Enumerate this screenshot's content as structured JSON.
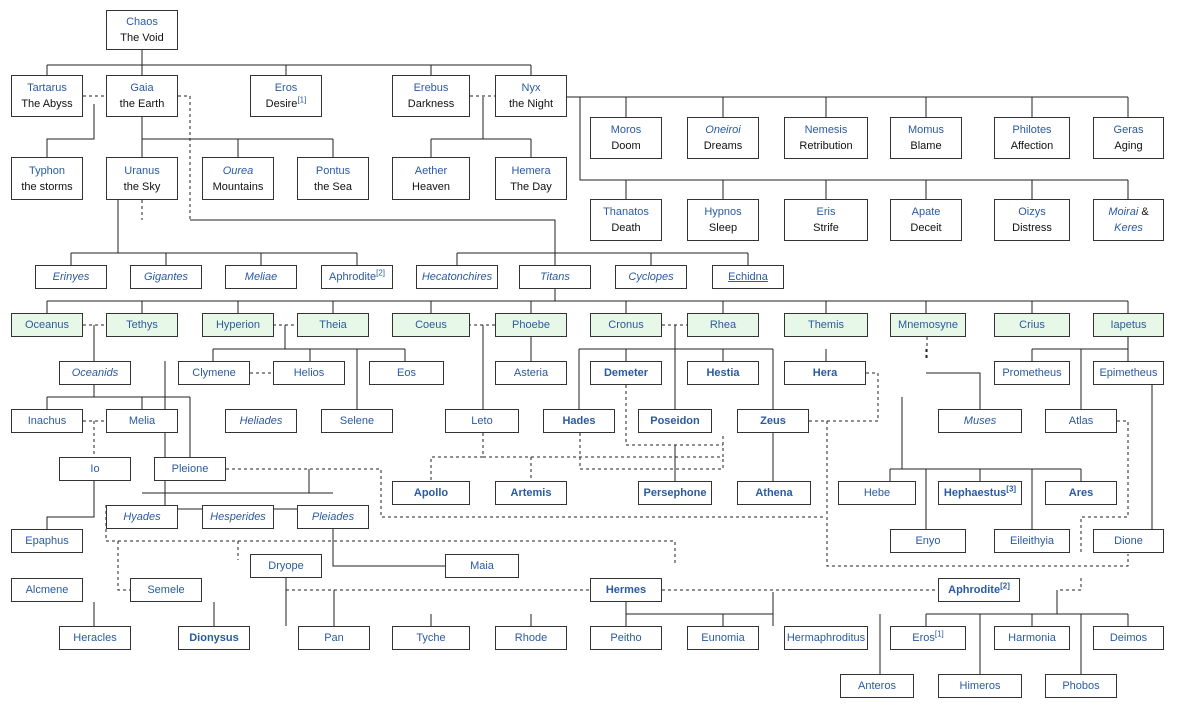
{
  "nodes": {
    "chaos": {
      "name": "Chaos",
      "desc": "The Void"
    },
    "tartarus": {
      "name": "Tartarus",
      "desc": "The Abyss"
    },
    "gaia": {
      "name": "Gaia",
      "desc": "the Earth"
    },
    "eros": {
      "name": "Eros",
      "desc": "Desire",
      "sup": "[1]"
    },
    "erebus": {
      "name": "Erebus",
      "desc": "Darkness"
    },
    "nyx": {
      "name": "Nyx",
      "desc": "the Night"
    },
    "moros": {
      "name": "Moros",
      "desc": "Doom"
    },
    "oneiroi": {
      "name": "Oneiroi",
      "desc": "Dreams"
    },
    "nemesis": {
      "name": "Nemesis",
      "desc": "Retribution"
    },
    "momus": {
      "name": "Momus",
      "desc": "Blame"
    },
    "philotes": {
      "name": "Philotes",
      "desc": "Affection"
    },
    "geras": {
      "name": "Geras",
      "desc": "Aging"
    },
    "typhon": {
      "name": "Typhon",
      "desc": "the storms"
    },
    "uranus": {
      "name": "Uranus",
      "desc": "the Sky"
    },
    "ourea": {
      "name": "Ourea",
      "desc": "Mountains"
    },
    "pontus": {
      "name": "Pontus",
      "desc": "the Sea"
    },
    "aether": {
      "name": "Aether",
      "desc": "Heaven"
    },
    "hemera": {
      "name": "Hemera",
      "desc": "The Day"
    },
    "thanatos": {
      "name": "Thanatos",
      "desc": "Death"
    },
    "hypnos": {
      "name": "Hypnos",
      "desc": "Sleep"
    },
    "eris": {
      "name": "Eris",
      "desc": "Strife"
    },
    "apate": {
      "name": "Apate",
      "desc": "Deceit"
    },
    "oizys": {
      "name": "Oizys",
      "desc": "Distress"
    },
    "moirai": {
      "name": "Moirai",
      "amp": "&",
      "name2": "Keres"
    },
    "erinyes": {
      "name": "Erinyes"
    },
    "gigantes": {
      "name": "Gigantes"
    },
    "meliae": {
      "name": "Meliae"
    },
    "aphrodite1": {
      "name": "Aphrodite",
      "sup": "[2]"
    },
    "hecatonchires": {
      "name": "Hecatonchires"
    },
    "titans": {
      "name": "Titans"
    },
    "cyclopes": {
      "name": "Cyclopes"
    },
    "echidna": {
      "name": "Echidna"
    },
    "oceanus": {
      "name": "Oceanus"
    },
    "tethys": {
      "name": "Tethys"
    },
    "hyperion": {
      "name": "Hyperion"
    },
    "theia": {
      "name": "Theia"
    },
    "coeus": {
      "name": "Coeus"
    },
    "phoebe": {
      "name": "Phoebe"
    },
    "cronus": {
      "name": "Cronus"
    },
    "rhea": {
      "name": "Rhea"
    },
    "themis": {
      "name": "Themis"
    },
    "mnemosyne": {
      "name": "Mnemosyne"
    },
    "crius": {
      "name": "Crius"
    },
    "iapetus": {
      "name": "Iapetus"
    },
    "oceanids": {
      "name": "Oceanids"
    },
    "clymene": {
      "name": "Clymene"
    },
    "helios": {
      "name": "Helios"
    },
    "eos": {
      "name": "Eos"
    },
    "asteria": {
      "name": "Asteria"
    },
    "demeter": {
      "name": "Demeter"
    },
    "hestia": {
      "name": "Hestia"
    },
    "hera": {
      "name": "Hera"
    },
    "prometheus": {
      "name": "Prometheus"
    },
    "epimetheus": {
      "name": "Epimetheus"
    },
    "inachus": {
      "name": "Inachus"
    },
    "melia": {
      "name": "Melia"
    },
    "heliades": {
      "name": "Heliades"
    },
    "selene": {
      "name": "Selene"
    },
    "leto": {
      "name": "Leto"
    },
    "hades": {
      "name": "Hades"
    },
    "poseidon": {
      "name": "Poseidon"
    },
    "zeus": {
      "name": "Zeus"
    },
    "muses": {
      "name": "Muses"
    },
    "atlas": {
      "name": "Atlas"
    },
    "io": {
      "name": "Io"
    },
    "pleione": {
      "name": "Pleione"
    },
    "apollo": {
      "name": "Apollo"
    },
    "artemis": {
      "name": "Artemis"
    },
    "persephone": {
      "name": "Persephone"
    },
    "athena": {
      "name": "Athena"
    },
    "hebe": {
      "name": "Hebe"
    },
    "hephaestus": {
      "name": "Hephaestus",
      "sup": "[3]"
    },
    "ares": {
      "name": "Ares"
    },
    "hyades": {
      "name": "Hyades"
    },
    "hesperides": {
      "name": "Hesperides"
    },
    "pleiades": {
      "name": "Pleiades"
    },
    "epaphus": {
      "name": "Epaphus"
    },
    "enyo": {
      "name": "Enyo"
    },
    "eileithyia": {
      "name": "Eileithyia"
    },
    "dione": {
      "name": "Dione"
    },
    "dryope": {
      "name": "Dryope"
    },
    "maia": {
      "name": "Maia"
    },
    "alcmene": {
      "name": "Alcmene"
    },
    "semele": {
      "name": "Semele"
    },
    "hermes": {
      "name": "Hermes"
    },
    "aphrodite2": {
      "name": "Aphrodite",
      "sup": "[2]"
    },
    "heracles": {
      "name": "Heracles"
    },
    "dionysus": {
      "name": "Dionysus"
    },
    "pan": {
      "name": "Pan"
    },
    "tyche": {
      "name": "Tyche"
    },
    "rhode": {
      "name": "Rhode"
    },
    "peitho": {
      "name": "Peitho"
    },
    "eunomia": {
      "name": "Eunomia"
    },
    "hermaphroditus": {
      "name": "Hermaphroditus"
    },
    "eros2": {
      "name": "Eros",
      "sup": "[1]"
    },
    "harmonia": {
      "name": "Harmonia"
    },
    "deimos": {
      "name": "Deimos"
    },
    "anteros": {
      "name": "Anteros"
    },
    "himeros": {
      "name": "Himeros"
    },
    "phobos": {
      "name": "Phobos"
    }
  },
  "colors": {
    "name_text": "#2a5aa0",
    "line": "#222222",
    "titan_fill": "#e8f8e8"
  }
}
